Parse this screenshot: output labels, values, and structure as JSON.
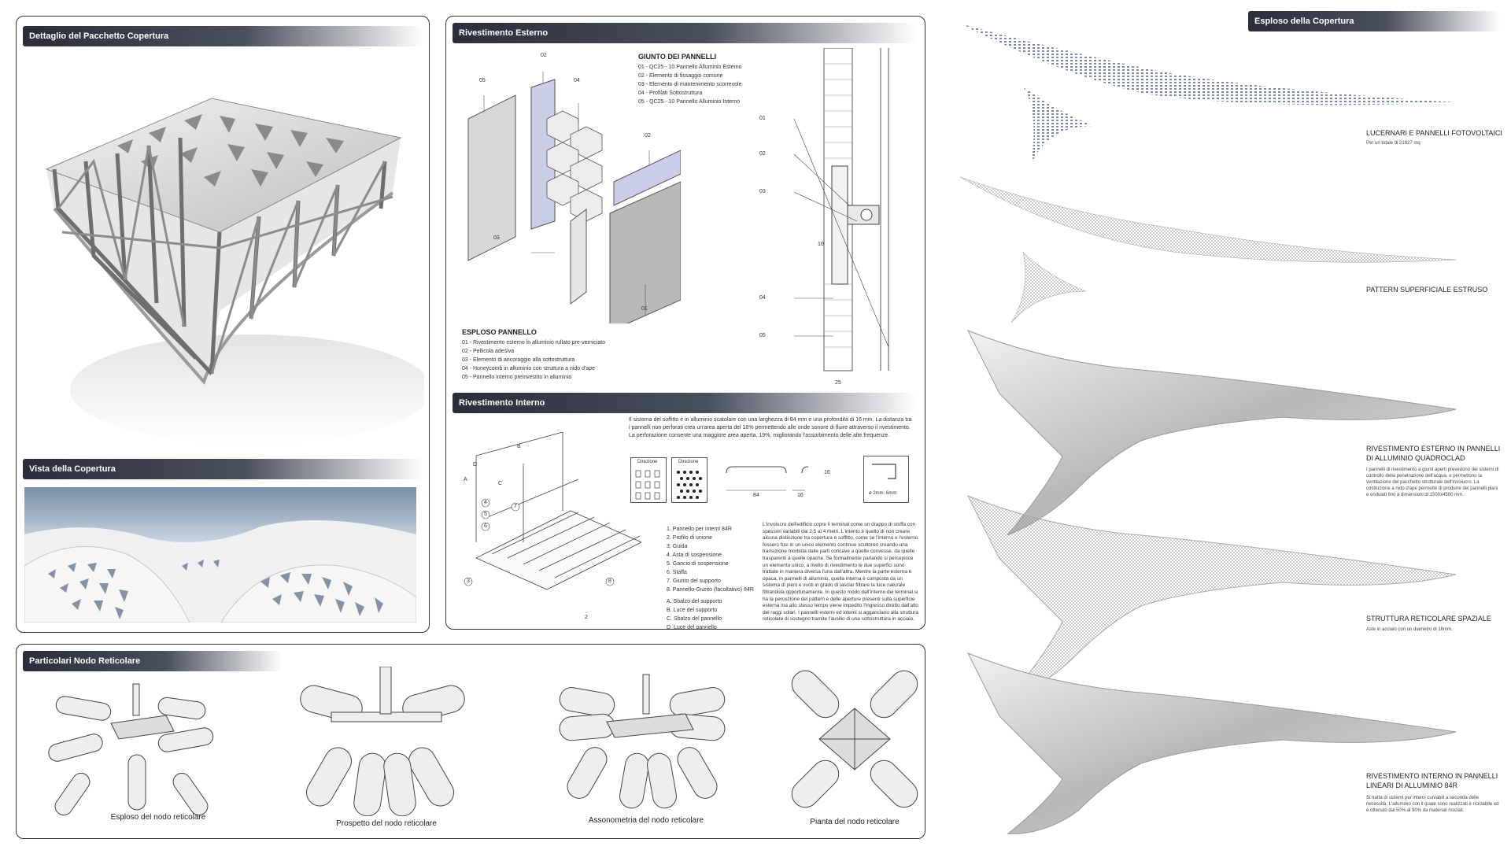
{
  "panels": {
    "roof_detail": {
      "title": "Dettaglio del Pacchetto Copertura"
    },
    "roof_view": {
      "title": "Vista della Copertura"
    },
    "external": {
      "title": "Rivestimento Esterno",
      "joint_title": "GIUNTO DEI PANNELLI",
      "joint_items": [
        "01 - QC25 -  10 Pannello Alluminio Esterno",
        "02 - Elemento di fissaggio comune",
        "03 - Elemento di mantenimento scorrevole",
        "04 - Profilati Sottostruttura",
        "05 - QC25 -  10 Pannello Alluminio Interno"
      ],
      "exploded_title": "ESPLOSO PANNELLO",
      "exploded_items": [
        "01 - Rivestimento esterno in alluminio rullato pre-verniciato",
        "02 - Pellicola adesiva",
        "03 - Elemento di ancoraggio alla sottostruttura",
        "04 - Honeycomb in alluminio con struttura a nido d'ape",
        "05 - Pannello interno preinvestito in alluminio"
      ],
      "labels": [
        "05",
        "02",
        "04",
        "02",
        "03",
        "01"
      ],
      "section_labels": [
        "01",
        "02",
        "03",
        "04",
        "05"
      ],
      "dim_25": "25",
      "dim_10": "10"
    },
    "internal": {
      "title": "Rivestimento Interno",
      "intro": "Il sistema del soffitto è in alluminio scatolare con una larghezza di 84 mm e una profondità di 16 mm. La distanza tra i pannelli non perforati crea un'area aperta del 18%  permettendo alle onde sonore di fluire attraverso il rivestimento. La perforazione consente una maggiore area aperta, 19%, migliorando l'assorbimento delle alte frequenze.",
      "dir1": "Direzione",
      "dir2": "Direzione",
      "dim_84": "84",
      "dim_16a": "16",
      "dim_16b": "16",
      "hole": "ø 2mm: 6mm",
      "dim_letters": [
        "B",
        "A",
        "D",
        "C"
      ],
      "callouts": [
        "4",
        "5",
        "6",
        "7",
        "3",
        "8",
        "2"
      ],
      "legend": [
        "1. Pannello per interni 84R",
        "2. Profilo di unione",
        "3. Guida",
        "4. Asta di sospensione",
        "5. Gancio di sospensione",
        "6. Staffa",
        "7. Giunto del supporto",
        "8. Pannello-Giunto (facoltativo) 84R",
        "",
        "A. Sbalzo del supporto",
        "B. Luce del supporto",
        "C. Sbalzo del pannello",
        "D. Luce del pannello"
      ],
      "body": "L'involucro dell'edificio copre il terminal come un drappo di stoffa con spessori variabili dai 2,5 ai 4 metri. L'intento è quello di non creare alcuna distinzione tra copertura e soffitto, come se l'interno e l'esterno fossero fusi in un unico elemento continuo scultoreo creando una transizione morbida dalle parti concave a quelle convesse, da quelle trasparenti a quelle opache. Se formalmente parlando si percepisce un elemento unico, a livello di rivestimento le due superfici sono trattate in maniera diversa l'una dall'altra. Mentre la parte esterna è opaca, in pannelli di alluminio, quella interna è composta da un sistema di pieni e vuoti in grado di lasciar filtrare la luce naturale filtrandola opportunamente. In questo modo dall'interno dei terminal si ha la percezione del pattern e delle aperture presenti sulla superficie esterna ma allo stesso tempo viene impedito l'ingresso diretto dall'alto dei raggi solari. I pannelli esterni ed interni si agganciano alla struttura reticolare di sostegno tramite l'ausilio di una sottostruttura in acciaio."
    },
    "nodes": {
      "title": "Particolari Nodo Reticolare",
      "captions": [
        "Esploso del nodo reticolare",
        "Prospetto del nodo reticolare",
        "Assonometria del nodo reticolare",
        "Pianta del nodo reticolare"
      ]
    },
    "exploded_roof": {
      "title": "Esploso della Copertura",
      "layers": [
        {
          "title": "LUCERNARI E PANNELLI FOTOVOLTAICI",
          "sub": "Per un totale di 21927 mq"
        },
        {
          "title": "PATTERN SUPERFICIALE ESTRUSO",
          "sub": ""
        },
        {
          "title": "RIVESTIMENTO ESTERNO IN PANNELLI DI ALLUMINIO QUADROCLAD",
          "sub": "I pannelli di rivestimento a giunti aperti prevedono dei sistemi di controllo della penetrazione dell'acqua, e permettono la ventilazione del pacchetto strutturale dell'involucro. La costruzione a nido d'ape permette di produrre dei pannelli piani e ondulati fino a dimensioni di 1500x4500 mm."
        },
        {
          "title": "STRUTTURA RETICOLARE SPAZIALE",
          "sub": "Aste in acciaio con un diametro di 16mm."
        },
        {
          "title": "RIVESTIMENTO INTERNO IN PANNELLI LINEARI DI ALLUMINIO 84R",
          "sub": "Si tratta di sistemi per interni curvabili a seconda delle necessità. L'alluminio con il quale sono realizzati è riciclabile ed è ottenuto dal 50% al 90% da materiali riciclati."
        }
      ]
    }
  },
  "colors": {
    "header_dark": "#2a2e3a",
    "panel_border": "#333333",
    "honeycomb_blue": "#c9cde8"
  }
}
